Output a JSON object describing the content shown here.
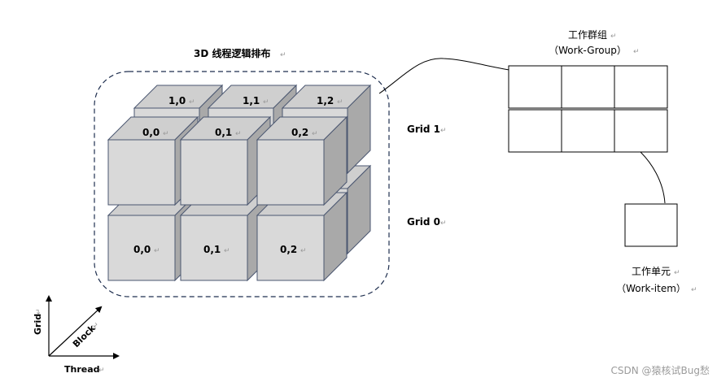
{
  "title": "3D 线程逻辑排布",
  "return_mark": "↵",
  "cubes": {
    "top_back_labels": [
      "1,0",
      "1,1",
      "1,2"
    ],
    "top_front_labels": [
      "0,0",
      "0,1",
      "0,2"
    ],
    "bottom_front_labels": [
      "0,0",
      "0,1",
      "0,2"
    ]
  },
  "grid_labels": {
    "grid1": "Grid 1",
    "grid0": "Grid 0"
  },
  "work_group": {
    "title_cn": "工作群组",
    "title_en": "（Work-Group）"
  },
  "work_item": {
    "title_cn": "工作单元",
    "title_en": "（Work-item）"
  },
  "axes": {
    "x": "Thread",
    "y": "Grid",
    "diag": "Block"
  },
  "watermark": "CSDN @猿核试Bug愁",
  "colors": {
    "cube_front": "#d9d9d9",
    "cube_top": "#cfcfcf",
    "cube_side": "#a9a9a9",
    "cube_stroke": "#4a5670",
    "dash_box": "#1f2f4f"
  }
}
